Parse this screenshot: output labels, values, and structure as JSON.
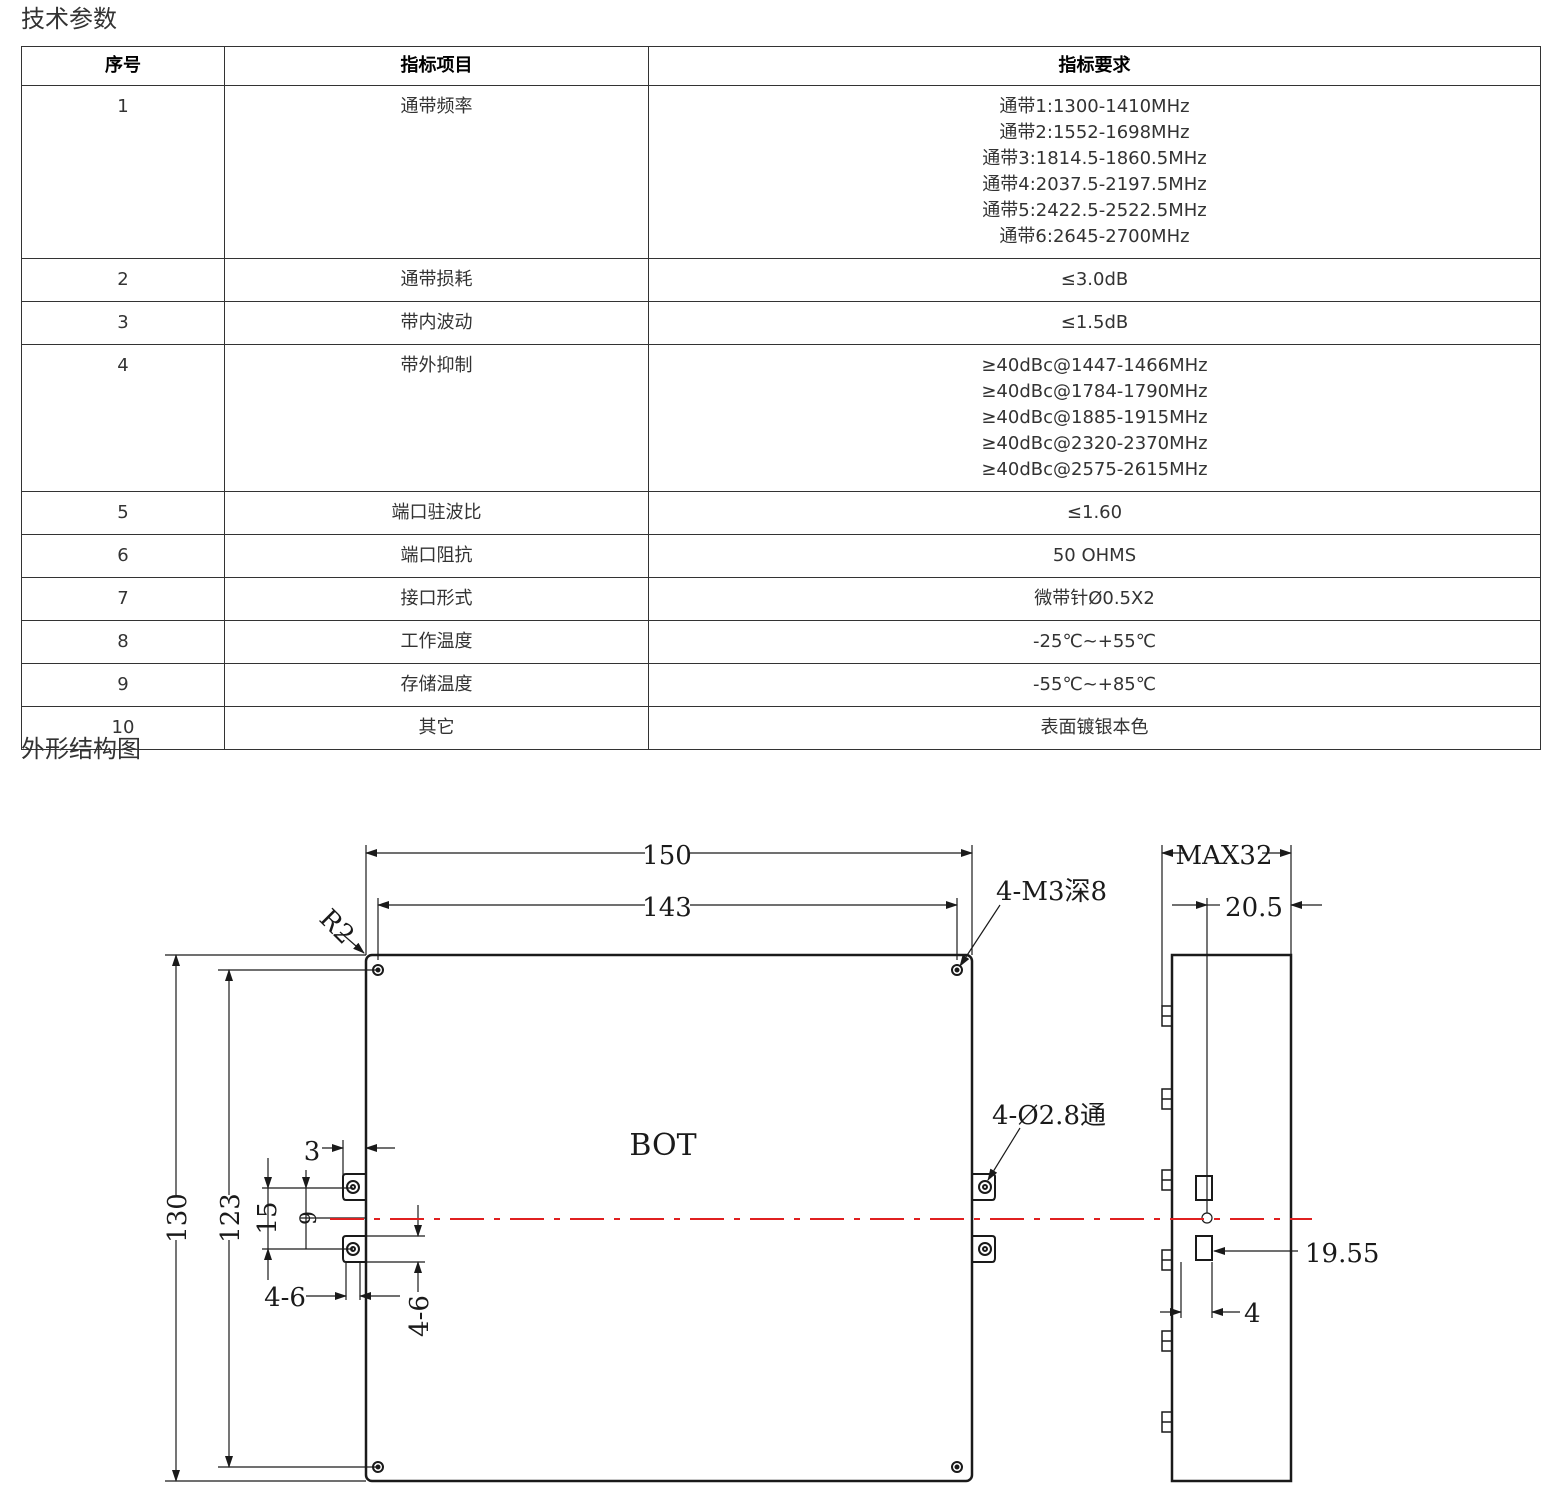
{
  "headings": {
    "specs": "技术参数",
    "outline": "外形结构图"
  },
  "table": {
    "headers": [
      "序号",
      "指标项目",
      "指标要求"
    ],
    "rows": [
      {
        "no": "1",
        "item": "通带频率",
        "req": [
          "通带1:1300-1410MHz",
          "通带2:1552-1698MHz",
          "通带3:1814.5-1860.5MHz",
          "通带4:2037.5-2197.5MHz",
          "通带5:2422.5-2522.5MHz",
          "通带6:2645-2700MHz"
        ]
      },
      {
        "no": "2",
        "item": "通带损耗",
        "req": [
          "≤3.0dB"
        ]
      },
      {
        "no": "3",
        "item": "带内波动",
        "req": [
          "≤1.5dB"
        ]
      },
      {
        "no": "4",
        "item": "带外抑制",
        "req": [
          "≥40dBc@1447-1466MHz",
          "≥40dBc@1784-1790MHz",
          "≥40dBc@1885-1915MHz",
          "≥40dBc@2320-2370MHz",
          "≥40dBc@2575-2615MHz"
        ]
      },
      {
        "no": "5",
        "item": "端口驻波比",
        "req": [
          "≤1.60"
        ]
      },
      {
        "no": "6",
        "item": "端口阻抗",
        "req": [
          "50 OHMS"
        ]
      },
      {
        "no": "7",
        "item": "接口形式",
        "req": [
          "微带针Ø0.5X2"
        ]
      },
      {
        "no": "8",
        "item": "工作温度",
        "req": [
          "-25℃~+55℃"
        ]
      },
      {
        "no": "9",
        "item": "存储温度",
        "req": [
          "-55℃~+85℃"
        ]
      },
      {
        "no": "10",
        "item": "其它",
        "req": [
          "表面镀银本色"
        ]
      }
    ]
  },
  "drawing": {
    "dim_width_outer": "150",
    "dim_width_inner": "143",
    "dim_height_outer": "130",
    "dim_height_inner": "123",
    "radius": "R2",
    "tapped_holes": "4-M3深8",
    "through_holes": "4-Ø2.8通",
    "bottom_label": "BOT",
    "dim_3": "3",
    "dim_15": "15",
    "dim_9": "9",
    "dim_4_6_h": "4-6",
    "dim_4_6_v": "4-6",
    "max_height": "MAX32",
    "dim_20_5": "20.5",
    "dim_19_55": "19.55",
    "dim_4": "4",
    "center_line_color": "#e02020"
  }
}
